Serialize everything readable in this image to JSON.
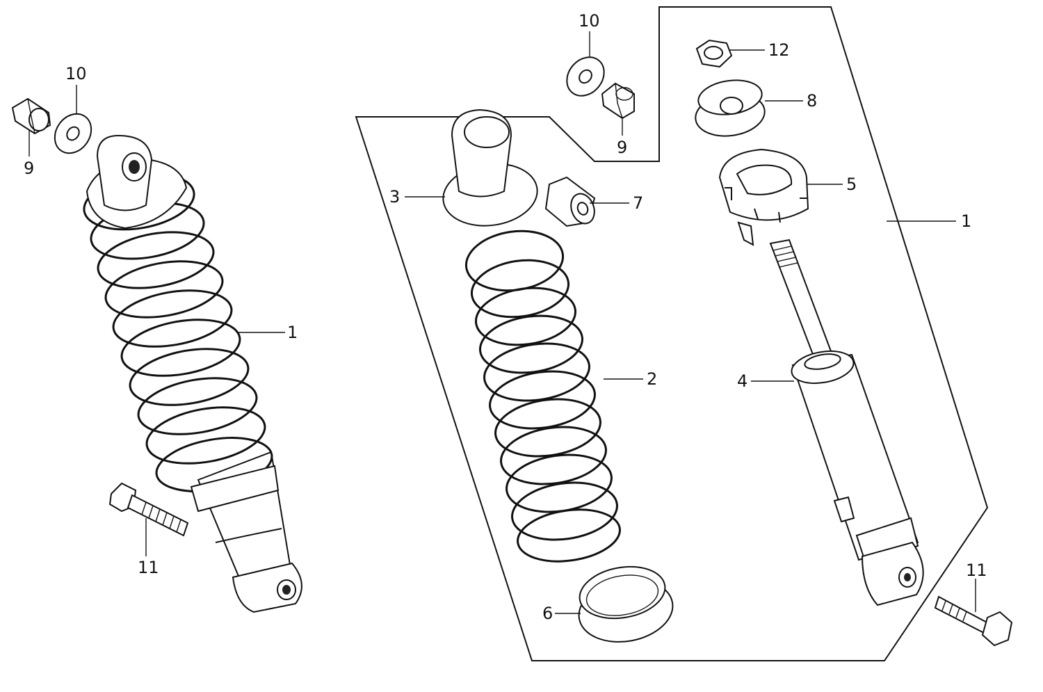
{
  "diagram": {
    "labels": {
      "l1_left": "1",
      "l1_right": "1",
      "l2": "2",
      "l3": "3",
      "l4": "4",
      "l5": "5",
      "l6": "6",
      "l7": "7",
      "l8": "8",
      "l9_left": "9",
      "l9_mid": "9",
      "l10_left": "10",
      "l10_mid": "10",
      "l11_left": "11",
      "l11_right": "11",
      "l12": "12"
    }
  }
}
